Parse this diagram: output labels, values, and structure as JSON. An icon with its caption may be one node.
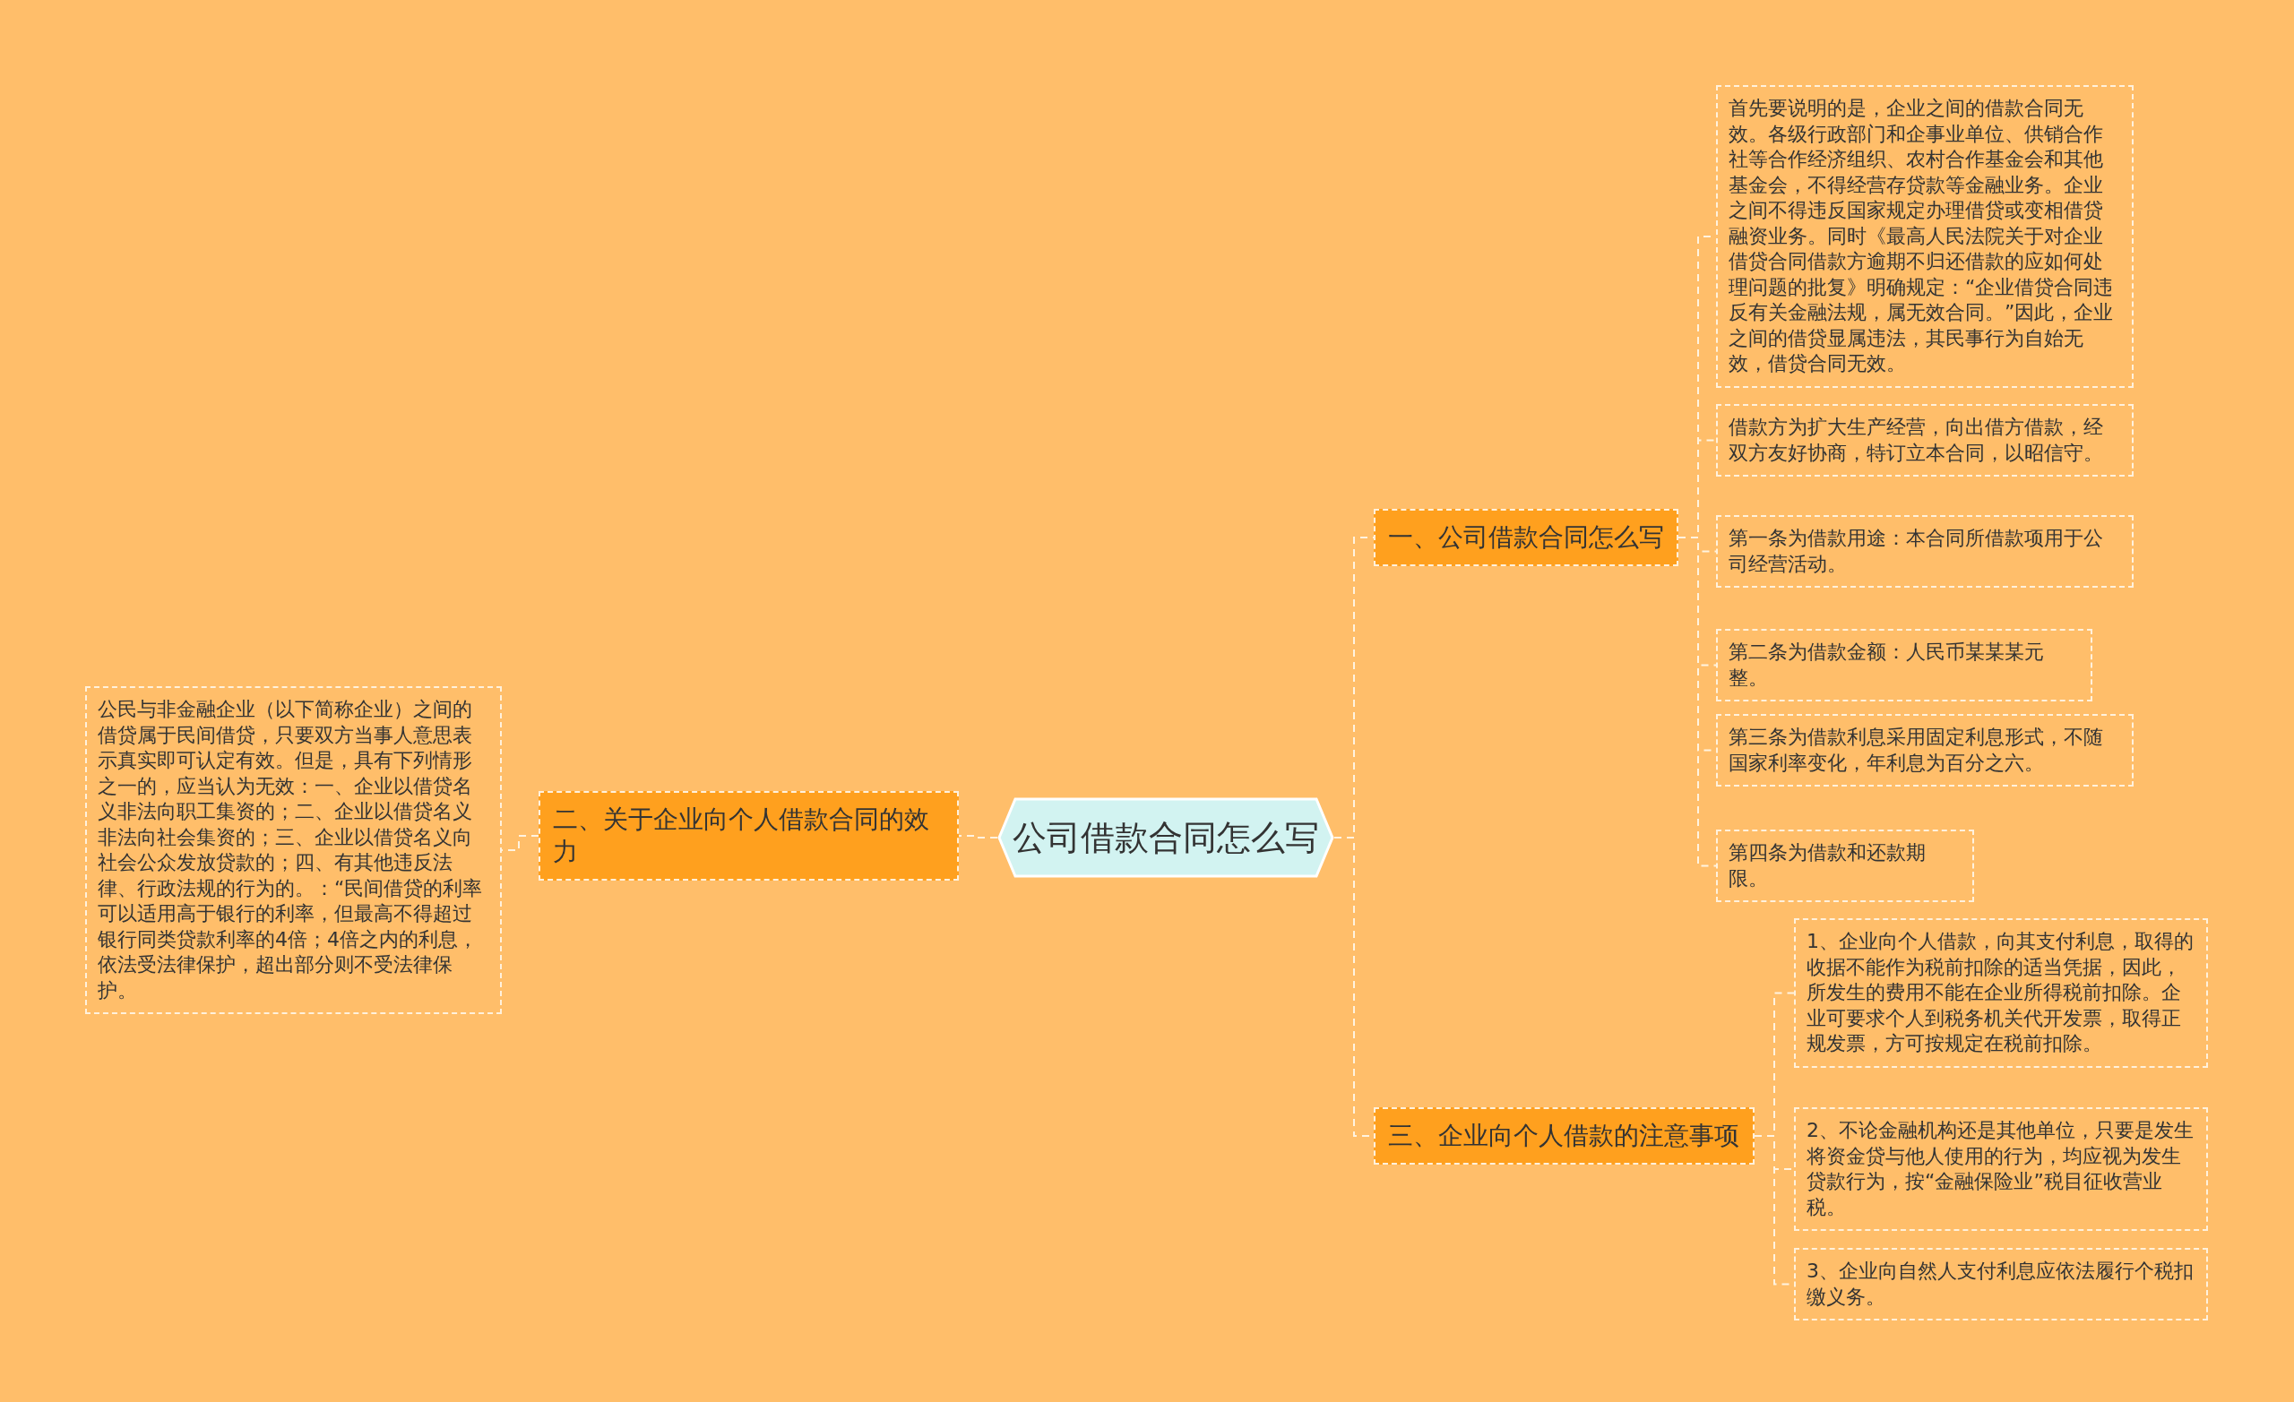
{
  "diagram": {
    "nodes": [
      {
        "text": [
          "公司借款合同怎么写"
        ]
      },
      {
        "text": [
          "一、公司借款合同怎么写"
        ]
      },
      {
        "text": [
          "首先要说明的是，企业之间的借款合同无效。各级行政部门和企事业单位、供销合作社等合作经济组织、农村合作基金会和其他基金会，不得经营存贷款等金融业务。企业之间不得违反国家规定办理借贷或变相借贷融资业务。同时《最高人民法院关于对企业借贷合同借款方逾期不归还借款的应如何处理问题的批复》明确规定：“企业借贷合同违反有关金融法规，属无效合同。”因此，企业之间的借贷显属违法，其民事行为自始无效，借贷合同无效。"
        ]
      },
      {
        "text": [
          "借款方为扩大生产经营，向出借方借款，经双方友好协商，特订立本合同，以昭信守。"
        ]
      },
      {
        "text": [
          "第一条为借款用途：本合同所借款项用于公司经营活动。"
        ]
      },
      {
        "text": [
          "第二条为借款金额：人民币某某某元整。"
        ]
      },
      {
        "text": [
          "第三条为借款利息采用固定利息形式，不随国家利率变化，年利息为百分之六。"
        ]
      },
      {
        "text": [
          "第四条为借款和还款期限。"
        ]
      },
      {
        "text": [
          "三、企业向个人借款的注意事项"
        ]
      },
      {
        "text": [
          "1、企业向个人借款，向其支付利息，取得的收据不能作为税前扣除的适当凭据，因此，所发生的费用不能在企业所得税前扣除。企业可要求个人到税务机关代开发票，取得正规发票，方可按规定在税前扣除。"
        ]
      },
      {
        "text": [
          "2、不论金融机构还是其他单位，只要是发生将资金贷与他人使用的行为，均应视为发生贷款行为，按“金融保险业”税目征收营业税。"
        ]
      },
      {
        "text": [
          "3、企业向自然人支付利息应依法履行个税扣缴义务。"
        ]
      },
      {
        "text": [
          "二、关于企业向个人借款合同的效力"
        ]
      },
      {
        "text": [
          "公民与非金融企业（以下简称企业）之间的借贷属于民间借贷，只要双方当事人意思表示真实即可认定有效。但是，具有下列情形之一的，应当认为无效：一、企业以借贷名义非法向职工集资的；二、企业以借贷名义非法向社会集资的；三、企业以借贷名义向社会公众发放贷款的；四、有其他违反法律、行政法规的行为的。：“民间借贷的利率可以适用高于银行的利率，但最高不得超过银行同类贷款利率的4倍；4倍之内的利息，依法受法律保护，超出部分则不受法律保护。"
        ]
      }
    ],
    "edges": [
      {
        "from": 0,
        "to": 1,
        "arrow": "none"
      },
      {
        "from": 0,
        "to": 8,
        "arrow": "none"
      },
      {
        "from": 0,
        "to": 12,
        "arrow": "none"
      },
      {
        "from": 1,
        "to": 2,
        "arrow": "none"
      },
      {
        "from": 1,
        "to": 3,
        "arrow": "none"
      },
      {
        "from": 1,
        "to": 4,
        "arrow": "none"
      },
      {
        "from": 1,
        "to": 5,
        "arrow": "none"
      },
      {
        "from": 1,
        "to": 6,
        "arrow": "none"
      },
      {
        "from": 1,
        "to": 7,
        "arrow": "none"
      },
      {
        "from": 8,
        "to": 9,
        "arrow": "none"
      },
      {
        "from": 8,
        "to": 10,
        "arrow": "none"
      },
      {
        "from": 8,
        "to": 11,
        "arrow": "none"
      },
      {
        "from": 12,
        "to": 13,
        "arrow": "none"
      }
    ]
  }
}
